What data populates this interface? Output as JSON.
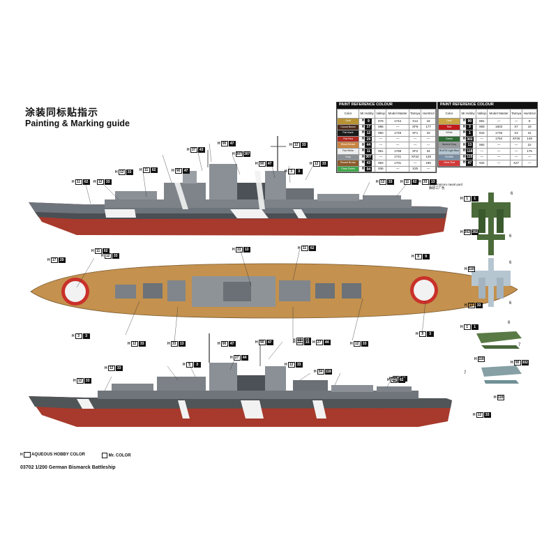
{
  "title_cn": "涂装同标贴指示",
  "title_en": "Painting & Marking guide",
  "paint_ref_title": "PAINT REFERENCE COLOUR",
  "columns": [
    "Color",
    "Mr.Hobby",
    "Vallejo",
    "Model Master",
    "Tamiya",
    "Humbrol"
  ],
  "paint_left": [
    {
      "name": "Gold",
      "color": "#b89232",
      "hcode": "9",
      "vallejo": "878",
      "master": "1744",
      "tamiya": "X12",
      "humbrol": "16"
    },
    {
      "name": "Cocoa Brown",
      "color": "#4a2a1a",
      "hcode": "17",
      "vallejo": "985",
      "master": "—",
      "tamiya": "XF9",
      "humbrol": "177"
    },
    {
      "name": "Flat black",
      "color": "#1a1a1a",
      "hcode": "12",
      "vallejo": "950",
      "master": "1749",
      "tamiya": "XF1",
      "humbrol": "33"
    },
    {
      "name": "Flat Red",
      "color": "#b22a20",
      "hcode": "29",
      "vallejo": "—",
      "master": "—",
      "tamiya": "—",
      "humbrol": "—"
    },
    {
      "name": "Wood Brown",
      "color": "#c9843f",
      "hcode": "44",
      "vallejo": "—",
      "master": "—",
      "tamiya": "—",
      "humbrol": "—"
    },
    {
      "name": "Flat White",
      "color": "#eeeeee",
      "hcode": "11",
      "vallejo": "951",
      "master": "1768",
      "tamiya": "XF2",
      "humbrol": "34"
    },
    {
      "name": "Gray",
      "color": "#8a8f93",
      "hcode": "307",
      "vallejo": "—",
      "master": "1741",
      "tamiya": "XF22",
      "humbrol": "128"
    },
    {
      "name": "Russet Brown",
      "color": "#8a5a2a",
      "hcode": "43",
      "vallejo": "983",
      "master": "1701",
      "tamiya": "—",
      "humbrol": "186"
    },
    {
      "name": "Clear Green",
      "color": "#3fa64a",
      "hcode": "94",
      "vallejo": "936",
      "master": "—",
      "tamiya": "X25",
      "humbrol": "—"
    }
  ],
  "paint_right": [
    {
      "name": "Dark",
      "color": "#c9a642",
      "hcode": "90",
      "vallejo": "881",
      "master": "—",
      "tamiya": "—",
      "humbrol": "9"
    },
    {
      "name": "Red",
      "color": "#c21a1a",
      "hcode": "3",
      "vallejo": "908",
      "master": "1503",
      "tamiya": "X7",
      "humbrol": "19"
    },
    {
      "name": "White",
      "color": "#f4f4f4",
      "hcode": "1",
      "vallejo": "842",
      "master": "1745",
      "tamiya": "X2",
      "humbrol": "22"
    },
    {
      "name": "Green",
      "color": "#2f6a35",
      "hcode": "302",
      "vallejo": "—",
      "master": "1764",
      "tamiya": "XF26",
      "humbrol": "149"
    },
    {
      "name": "Neutral Gray",
      "color": "#9a9ea0",
      "hcode": "13",
      "vallejo": "992",
      "master": "—",
      "tamiya": "—",
      "humbrol": "22"
    },
    {
      "name": "RLM76 Light Blue",
      "color": "#b4c6d2",
      "hcode": "118",
      "vallejo": "—",
      "master": "—",
      "tamiya": "—",
      "humbrol": "175"
    },
    {
      "name": "RLM65",
      "color": "#7a8da3",
      "hcode": "115",
      "vallejo": "—",
      "master": "—",
      "tamiya": "—",
      "humbrol": "—"
    },
    {
      "name": "Clear Red",
      "color": "#d23a3a",
      "hcode": "47",
      "vallejo": "934",
      "master": "—",
      "tamiya": "X27",
      "humbrol": "—"
    }
  ],
  "note_yard": "Gray mazuru naval yard",
  "note_yard_cn": "舞鹤工厂色",
  "legend_aqueous": "AQUEOUS HOBBY COLOR",
  "legend_mr": "Mr. COLOR",
  "footer": "03702 1/200 German Bismarck Battleship",
  "callouts": {
    "s1": [
      "H|37|43",
      "H|90|47",
      "H|307|307",
      "H|12|33",
      "H|12|33",
      "H|90|47",
      "H|3|3",
      "H|12|33",
      "H|11|62",
      "H|11|62",
      "H|12|33",
      "H|12|33",
      "H|11|62",
      "H|33|13",
      "H|90|47",
      "H|11|62",
      "H|17|29",
      "H|12|33",
      "H|8|9"
    ],
    "deck": [
      "H|33|13",
      "H|11|62",
      "H|3|3",
      "H|12|33",
      "H|33|13",
      "H|44|58",
      "H|27|44",
      "H|12|33",
      "H|3|3"
    ],
    "s3": [
      "H|12|33",
      "H|90|47",
      "H|27|44",
      "H|90|47",
      "H|12|33",
      "H|12|33",
      "H|94|118",
      "H|11|62",
      "H|12|33",
      "H|3|3",
      "H|11|62",
      "H|12|33"
    ],
    "planes": [
      "H|1|1",
      "H|302|302",
      "H|118",
      "H|12|33",
      "H|1|1",
      "H|118",
      "H|90|302",
      "H|118"
    ]
  },
  "plane_numbers": [
    "6",
    "6",
    "6",
    "6",
    "6",
    "7",
    "7"
  ]
}
